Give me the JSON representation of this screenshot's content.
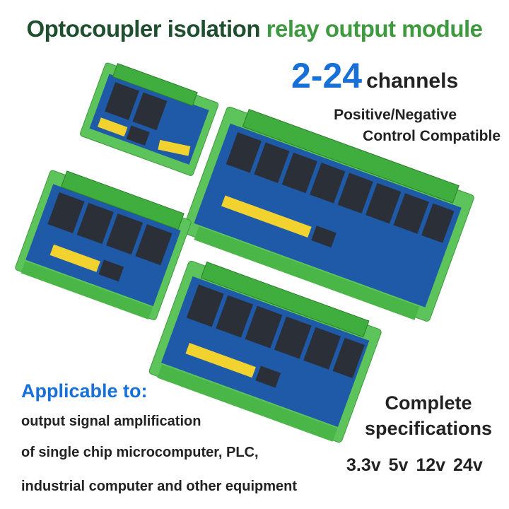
{
  "title": {
    "part1": "Optocoupler isolation ",
    "part2": "relay output module"
  },
  "channels": {
    "number": "2-24",
    "word": "channels"
  },
  "compat": {
    "line1": "Positive/Negative",
    "line2": "Control Compatible"
  },
  "applicable": {
    "heading": "Applicable to:",
    "lines": [
      "output signal amplification",
      "of single chip microcomputer, PLC,",
      "industrial computer and other equipment"
    ]
  },
  "specs": {
    "line1": "Complete",
    "line2": "specifications",
    "voltages": "3.3v  5v  12v  24v"
  },
  "boards": [
    {
      "name": "2-channel module",
      "relays": 2
    },
    {
      "name": "8-channel module",
      "relays": 8
    },
    {
      "name": "4-channel module",
      "relays": 4
    },
    {
      "name": "6-channel module",
      "relays": 6
    }
  ],
  "colors": {
    "rail": "#5cc45a",
    "pcb": "#1f5aa8",
    "relay": "#2a2f38",
    "terminal": "#3fae3f",
    "header": "#f2d22e",
    "blue_text": "#1670d8",
    "dark_green_text": "#1f4f2f",
    "green_text": "#3f9a3f"
  }
}
